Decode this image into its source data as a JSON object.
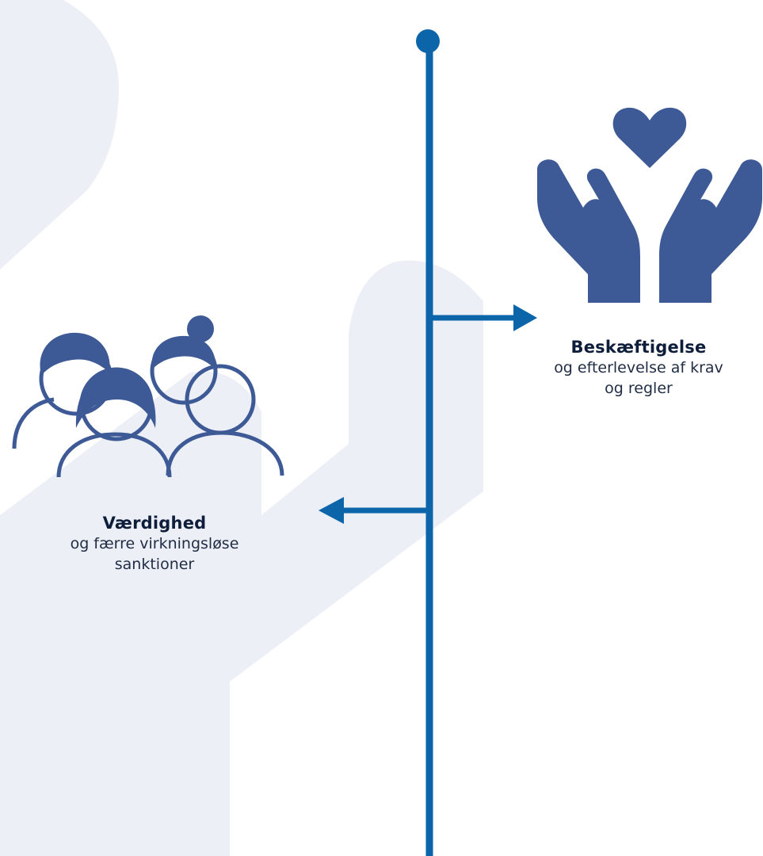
{
  "colors": {
    "background_shape": "#eceff5",
    "timeline": "#0b65a8",
    "icon": "#3d5a96",
    "title_text": "#0e1e3a",
    "body_text": "#1f2c44"
  },
  "items": [
    {
      "icon": "hands-heart-icon",
      "direction": "right",
      "title": "Beskæftigelse",
      "desc_line1": "og efterlevelse af krav",
      "desc_line2": "og regler"
    },
    {
      "icon": "group-of-people-icon",
      "direction": "left",
      "title": "Værdighed",
      "desc_line1": "og færre virkningsløse",
      "desc_line2": "sanktioner"
    }
  ]
}
